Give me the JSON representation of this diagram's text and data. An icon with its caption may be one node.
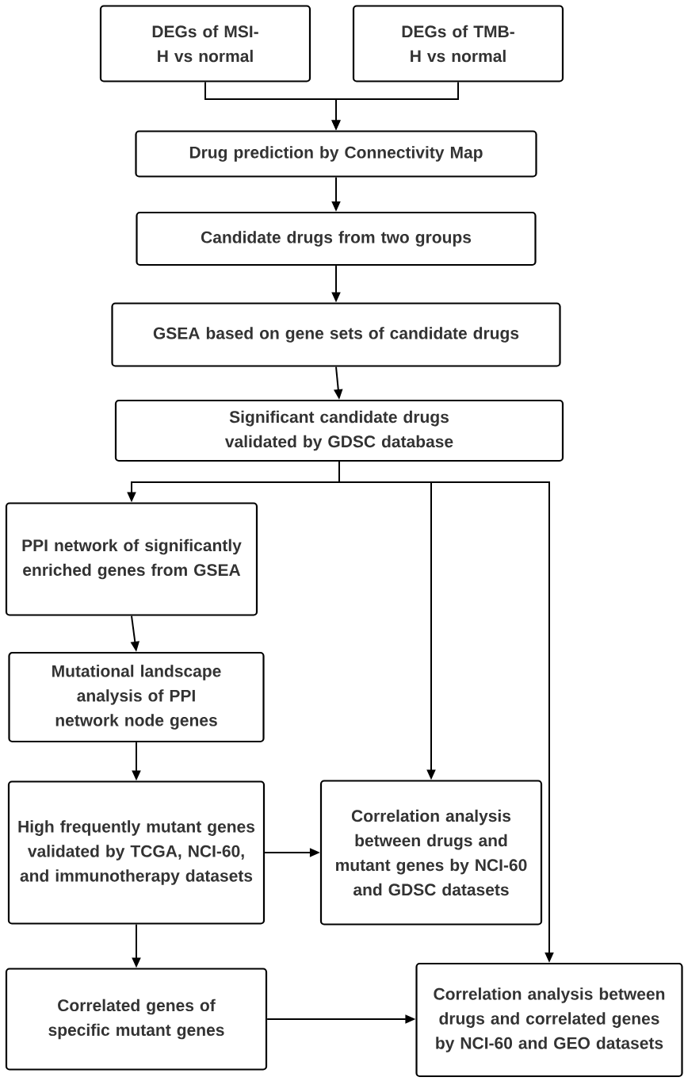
{
  "diagram": {
    "nodes": [
      {
        "text": [
          "DEGs of MSI-H vs normal"
        ]
      },
      {
        "text": [
          "DEGs of TMB-H vs normal"
        ]
      },
      {
        "text": [
          "Drug prediction by Connectivity Map"
        ]
      },
      {
        "text": [
          "Candidate drugs from two groups"
        ]
      },
      {
        "text": [
          "GSEA based on gene sets of candidate drugs"
        ]
      },
      {
        "text": [
          "Significant candidate drugs validated by GDSC database"
        ]
      },
      {
        "text": [
          "PPI network of significantly enriched genes from GSEA"
        ]
      },
      {
        "text": [
          "Mutational landscape analysis of PPI network node genes"
        ]
      },
      {
        "text": [
          "High frequently mutant genes validated by TCGA, NCI-60, and immunotherapy datasets"
        ]
      },
      {
        "text": [
          "Correlation analysis between drugs and mutant genes by NCI-60 and GDSC datasets"
        ]
      },
      {
        "text": [
          "Correlated genes of specific mutant genes"
        ]
      },
      {
        "text": [
          "Correlation analysis between drugs and correlated genes by NCI-60 and GEO datasets"
        ]
      }
    ],
    "edges": [
      {
        "from": 0,
        "to": 2,
        "arrow": "to"
      },
      {
        "from": 1,
        "to": 2,
        "arrow": "to"
      },
      {
        "from": 2,
        "to": 3,
        "arrow": "to"
      },
      {
        "from": 3,
        "to": 4,
        "arrow": "to"
      },
      {
        "from": 4,
        "to": 5,
        "arrow": "to"
      },
      {
        "from": 5,
        "to": 6,
        "arrow": "to"
      },
      {
        "from": 5,
        "to": 9,
        "arrow": "to"
      },
      {
        "from": 5,
        "to": 11,
        "arrow": "to"
      },
      {
        "from": 6,
        "to": 7,
        "arrow": "to"
      },
      {
        "from": 7,
        "to": 8,
        "arrow": "to"
      },
      {
        "from": 8,
        "to": 9,
        "arrow": "to"
      },
      {
        "from": 8,
        "to": 10,
        "arrow": "to"
      },
      {
        "from": 10,
        "to": 11,
        "arrow": "to"
      }
    ]
  }
}
